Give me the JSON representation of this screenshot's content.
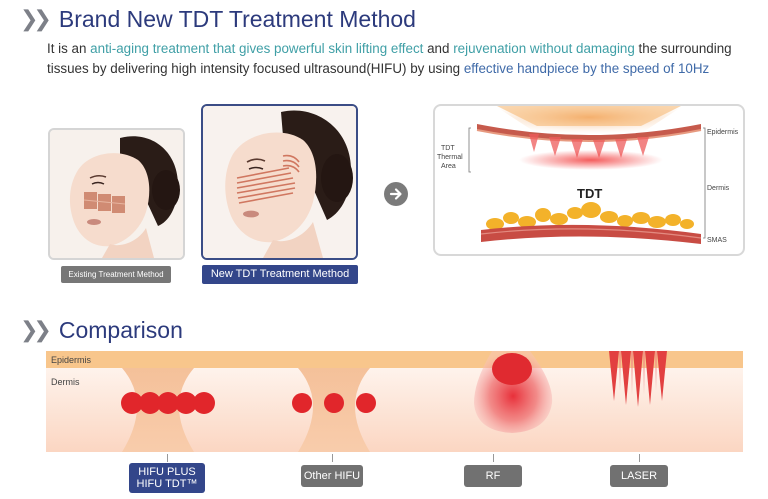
{
  "header": {
    "title": "Brand New TDT Treatment Method"
  },
  "intro": {
    "p1": "It is an ",
    "hl1": "anti-aging treatment that gives powerful skin lifting effect",
    "p2": " and ",
    "hl2": "rejuvenation without damaging",
    "p3": " the surrounding tissues by delivering high intensity focused ultrasound(HIFU) by using ",
    "hl3": "effective handpiece by the speed of 10Hz"
  },
  "captions": {
    "existing": "Existing Treatment Method",
    "new": "New TDT Treatment Method"
  },
  "icons": {
    "arrow": "arrow-right-circle-icon",
    "chevrons": "double-chevron-right-icon"
  },
  "diagram": {
    "tdt_thermal_area": [
      "TDT",
      "Thermal",
      "Area"
    ],
    "center_label": "TDT",
    "epidermis": "Epidermis",
    "dermis": "Dermis",
    "smas": "SMAS"
  },
  "comparison": {
    "title": "Comparison",
    "epidermis": "Epidermis",
    "dermis": "Dermis",
    "labels": {
      "hifu_line1": "HIFU PLUS",
      "hifu_line2": "HIFU TDT™",
      "other_hifu": "Other HIFU",
      "rf": "RF",
      "laser": "LASER"
    }
  },
  "colors": {
    "heading_blue": "#2c3a7c",
    "highlight_teal": "#3f9fa6",
    "highlight_blue": "#3f6aa8",
    "dot_red": "#e02a2a",
    "epidermis_band": "#f7c487",
    "dermis_band": "#fde6d6"
  }
}
